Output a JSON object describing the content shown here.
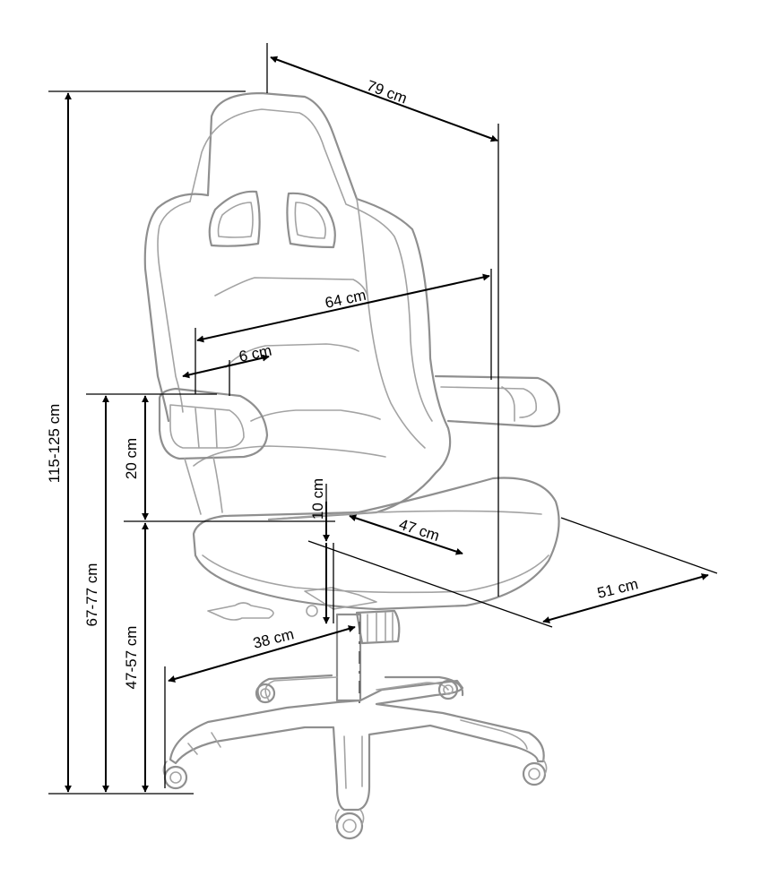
{
  "diagram": {
    "colors": {
      "outline": "#8f8f8f",
      "dimension": "#000000",
      "background": "#ffffff"
    },
    "dimensions": {
      "width_top": "79 cm",
      "width_seat_back": "64 cm",
      "armrest_width": "6 cm",
      "armrest_height": "20 cm",
      "seat_cushion": "10 cm",
      "seat_depth": "47 cm",
      "seat_depth_total": "51 cm",
      "base_radius": "38 cm",
      "total_height": "115-125 cm",
      "armrest_floor_height": "67-77 cm",
      "seat_height": "47-57 cm"
    }
  }
}
